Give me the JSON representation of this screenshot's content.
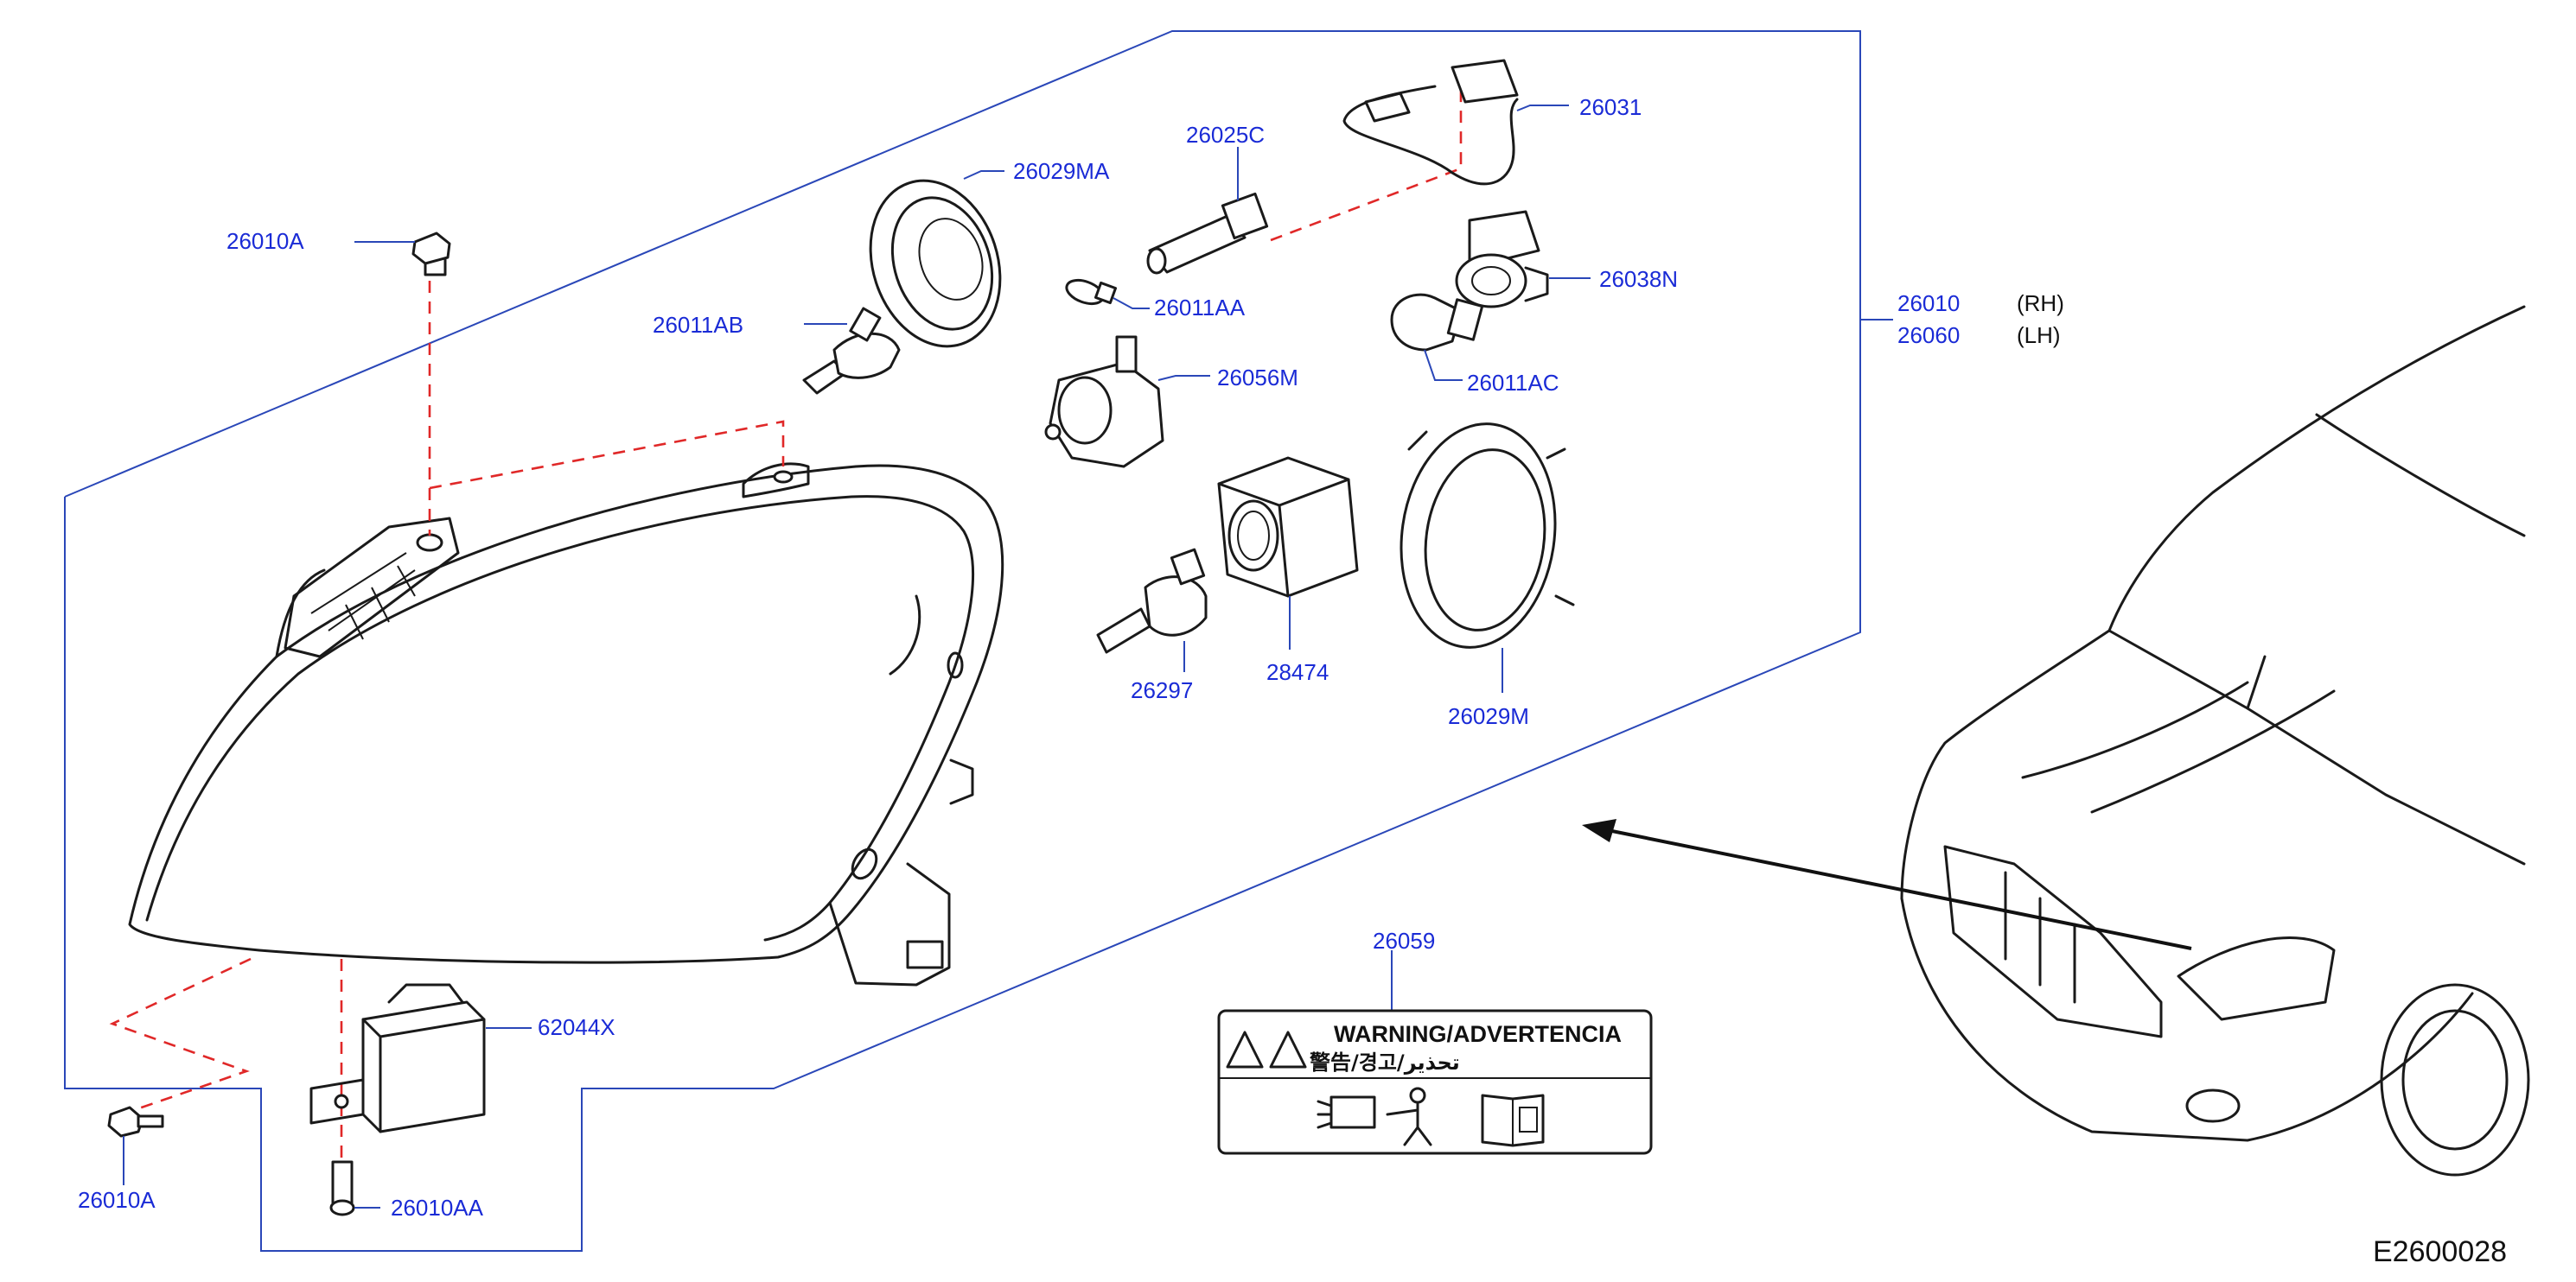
{
  "diagram": {
    "code": "E2600028",
    "assembly": [
      {
        "part_no": "26010",
        "side": "(RH)"
      },
      {
        "part_no": "26060",
        "side": "(LH)"
      }
    ],
    "parts": {
      "p26010A_top": "26010A",
      "p26010A_bottom": "26010A",
      "p26010AA": "26010AA",
      "p26011AB": "26011AB",
      "p26011AA": "26011AA",
      "p26011AC": "26011AC",
      "p26029MA": "26029MA",
      "p26029M": "26029M",
      "p26025C": "26025C",
      "p26031": "26031",
      "p26038N": "26038N",
      "p26056M": "26056M",
      "p26297": "26297",
      "p28474": "28474",
      "p26059": "26059",
      "p62044X": "62044X"
    },
    "warning_label": {
      "title": "WARNING/ADVERTENCIA",
      "subtitle": "警告/경고/تحذير"
    }
  }
}
